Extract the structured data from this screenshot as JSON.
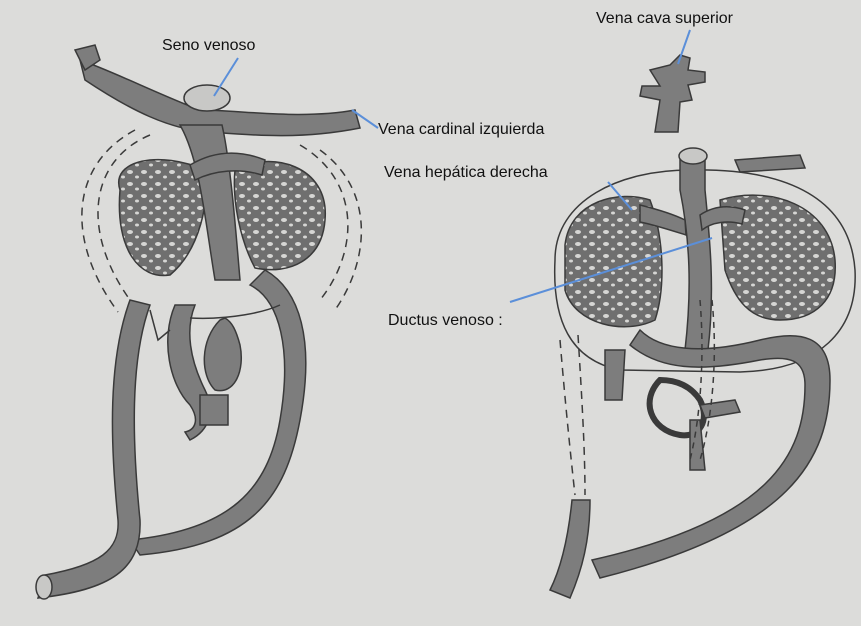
{
  "labels": {
    "seno_venoso": "Seno venoso",
    "vena_cava_superior": "Vena cava superior",
    "vena_cardinal_izquierda": "Vena cardinal izquierda",
    "vena_hepatica_derecha": "Vena hepática derecha",
    "ductus_venoso": "Ductus venoso :"
  },
  "colors": {
    "paper": "#dcdcda",
    "vessel_fill": "#7d7d7d",
    "vessel_stroke": "#3a3a3a",
    "liver_fill": "#6f6f6f",
    "pointer_line": "#5b8fd9",
    "text": "#111111"
  }
}
